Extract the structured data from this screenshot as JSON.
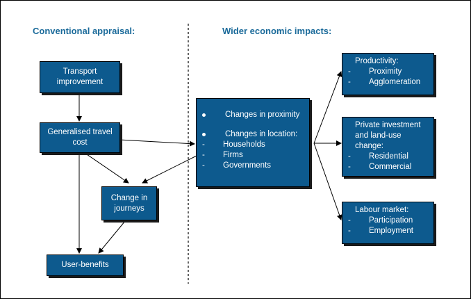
{
  "headings": {
    "left": "Conventional appraisal:",
    "right": "Wider economic impacts:"
  },
  "boxes": {
    "transport": {
      "line1": "Transport",
      "line2": "improvement"
    },
    "gtc": {
      "line1": "Generalised travel",
      "line2": "cost"
    },
    "journeys": {
      "line1": "Change in",
      "line2": "journeys"
    },
    "userbenefits": {
      "line1": "User-benefits"
    },
    "changes": {
      "bullet1": "Changes in proximity",
      "bullet2": "Changes in location:",
      "items": [
        "Households",
        "Firms",
        "Governments"
      ]
    },
    "productivity": {
      "title": "Productivity:",
      "items": [
        "Proximity",
        "Agglomeration"
      ]
    },
    "investment": {
      "line1": "Private investment",
      "line2": "and land-use",
      "line3": "change:",
      "items": [
        "Residential",
        "Commercial"
      ]
    },
    "labour": {
      "title": "Labour market:",
      "items": [
        "Participation",
        "Employment"
      ]
    }
  },
  "dash_marker": "-",
  "colors": {
    "box_fill": "#0d5a8e",
    "heading": "#1a6a9a"
  }
}
